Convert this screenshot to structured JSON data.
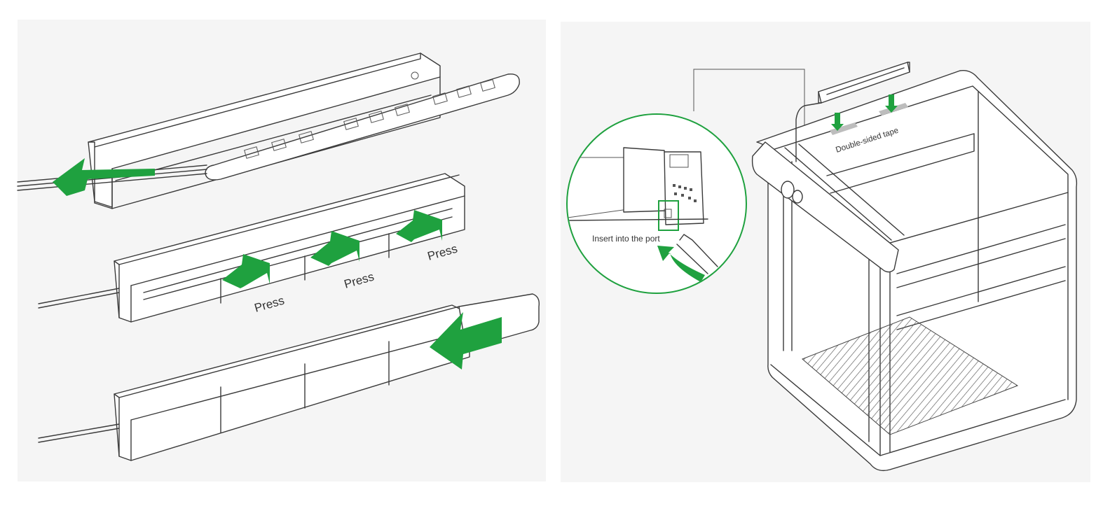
{
  "left": {
    "press_labels": [
      "Press",
      "Press",
      "Press"
    ]
  },
  "right": {
    "tape_label": "Double-sided tape",
    "port_label": "Insert into the port"
  },
  "colors": {
    "arrow": "#1fa13f",
    "panel_bg": "#f5f5f5",
    "line": "#3a3a3a",
    "tape": "#bdbdbd"
  }
}
